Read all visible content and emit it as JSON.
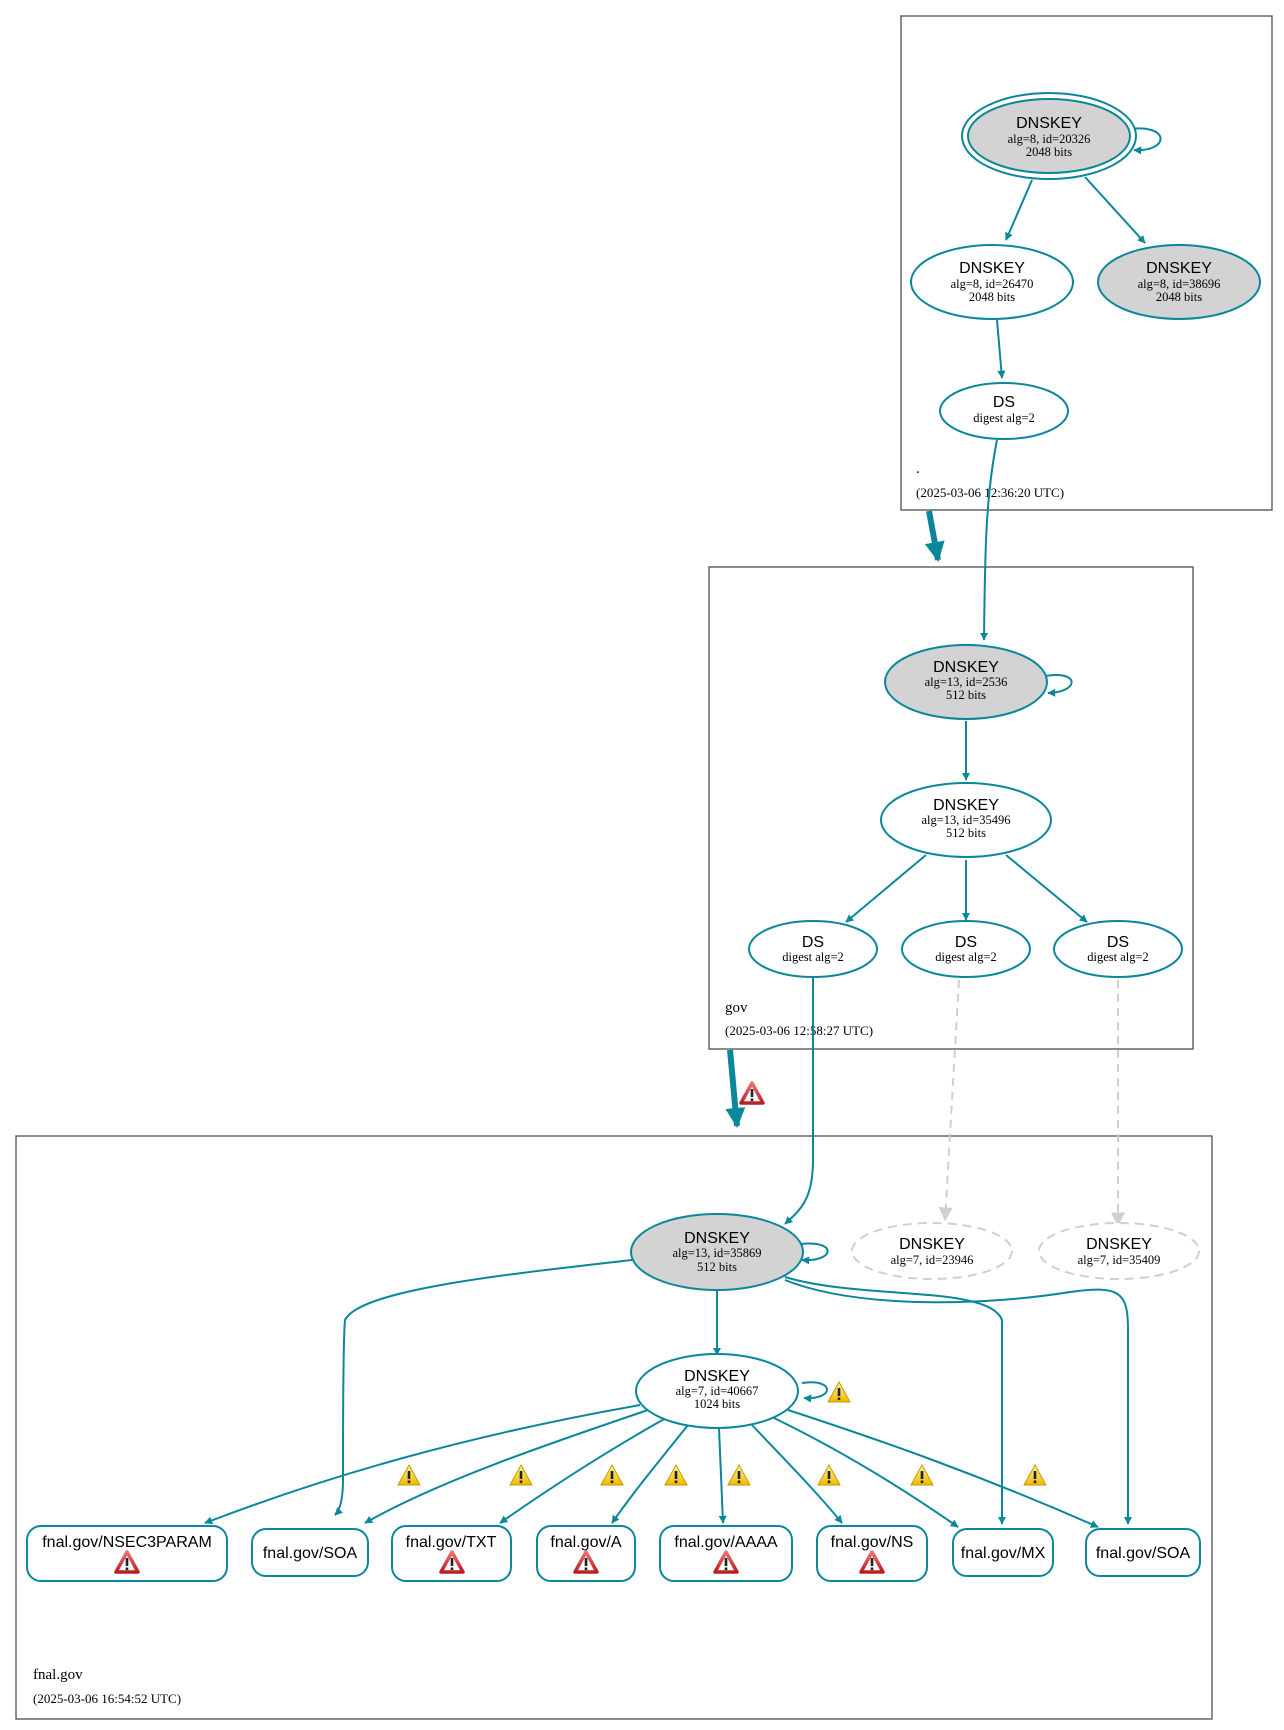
{
  "colors": {
    "edge": "#0a879a",
    "secure_node_fill": "#d3d3d3",
    "insecure_node_stroke": "#cfcfcf",
    "warning_yellow": "#f5c400",
    "error_red": "#d9333a"
  },
  "zones": {
    "root": {
      "name": ".",
      "timestamp": "(2025-03-06 12:36:20 UTC)"
    },
    "gov": {
      "name": "gov",
      "timestamp": "(2025-03-06 12:58:27 UTC)"
    },
    "fnal": {
      "name": "fnal.gov",
      "timestamp": "(2025-03-06 16:54:52 UTC)"
    }
  },
  "nodes": {
    "root_ksk": {
      "type": "DNSKEY",
      "detail": "alg=8, id=20326",
      "bits": "2048 bits",
      "trust_anchor": true
    },
    "root_zsk": {
      "type": "DNSKEY",
      "detail": "alg=8, id=26470",
      "bits": "2048 bits"
    },
    "root_key3": {
      "type": "DNSKEY",
      "detail": "alg=8, id=38696",
      "bits": "2048 bits"
    },
    "root_ds": {
      "type": "DS",
      "detail": "digest alg=2"
    },
    "gov_ksk": {
      "type": "DNSKEY",
      "detail": "alg=13, id=2536",
      "bits": "512 bits"
    },
    "gov_zsk": {
      "type": "DNSKEY",
      "detail": "alg=13, id=35496",
      "bits": "512 bits"
    },
    "gov_ds1": {
      "type": "DS",
      "detail": "digest alg=2"
    },
    "gov_ds2": {
      "type": "DS",
      "detail": "digest alg=2"
    },
    "gov_ds3": {
      "type": "DS",
      "detail": "digest alg=2"
    },
    "fnal_ksk": {
      "type": "DNSKEY",
      "detail": "alg=13, id=35869",
      "bits": "512 bits"
    },
    "fnal_missing1": {
      "type": "DNSKEY",
      "detail": "alg=7, id=23946"
    },
    "fnal_missing2": {
      "type": "DNSKEY",
      "detail": "alg=7, id=35409"
    },
    "fnal_zsk": {
      "type": "DNSKEY",
      "detail": "alg=7, id=40667",
      "bits": "1024 bits"
    }
  },
  "rrsets": [
    {
      "label": "fnal.gov/NSEC3PARAM",
      "error": true
    },
    {
      "label": "fnal.gov/SOA",
      "error": false
    },
    {
      "label": "fnal.gov/TXT",
      "error": true
    },
    {
      "label": "fnal.gov/A",
      "error": true
    },
    {
      "label": "fnal.gov/AAAA",
      "error": true
    },
    {
      "label": "fnal.gov/NS",
      "error": true
    },
    {
      "label": "fnal.gov/MX",
      "error": false
    },
    {
      "label": "fnal.gov/SOA",
      "error": false
    }
  ],
  "icons": {
    "warning": "warning-icon",
    "error": "error-icon",
    "glyph": "!"
  }
}
